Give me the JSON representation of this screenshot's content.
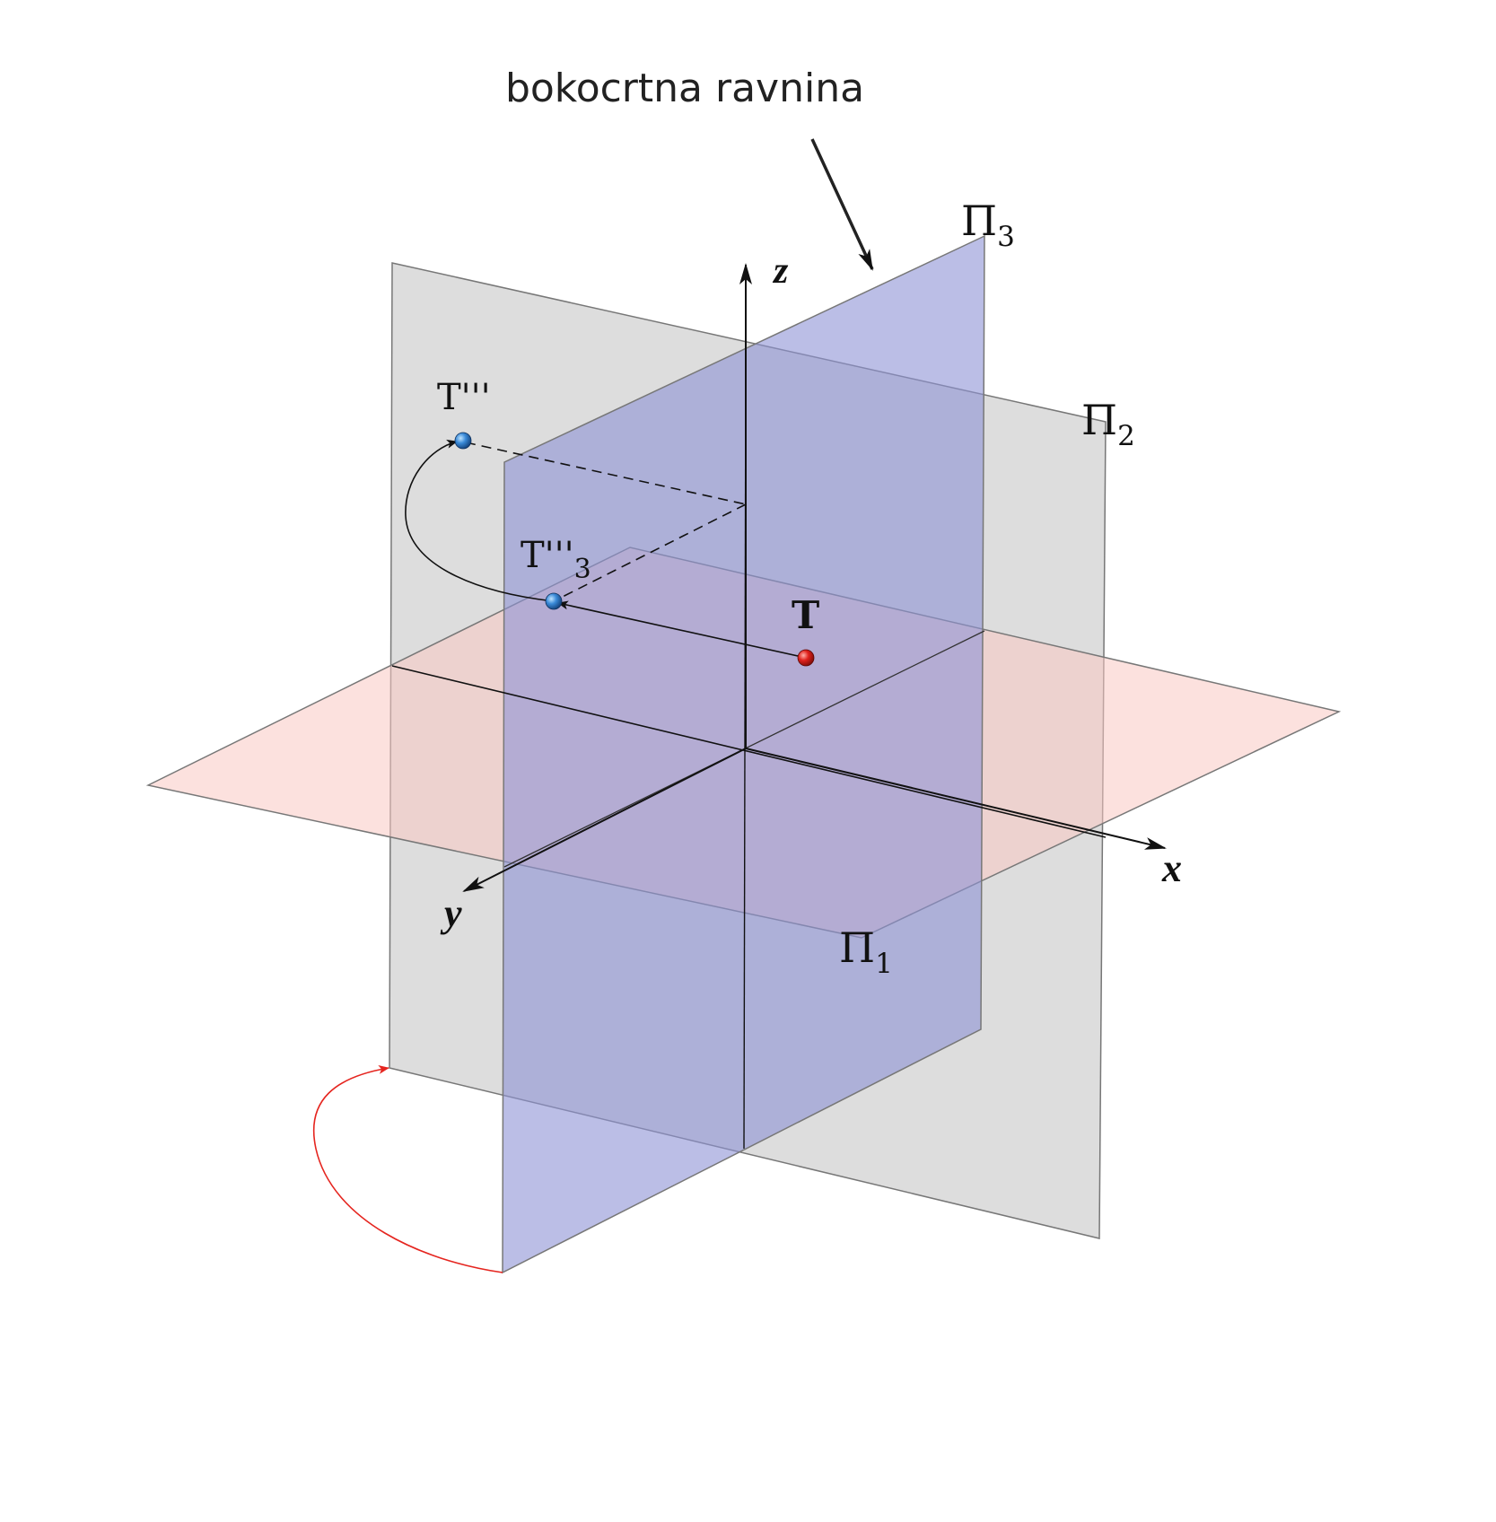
{
  "caption": "bokocrtna ravnina",
  "planes": {
    "pi1": {
      "symbol": "Π",
      "sub": "1",
      "fill": "#f9c8c3"
    },
    "pi2": {
      "symbol": "Π",
      "sub": "2",
      "fill": "#c8c8c8"
    },
    "pi3": {
      "symbol": "Π",
      "sub": "3",
      "fill": "#8e92d6"
    }
  },
  "axes": {
    "x": "x",
    "y": "y",
    "z": "z"
  },
  "points": {
    "T": {
      "label": "T",
      "color": "#e0211c"
    },
    "T3": {
      "label": "T'''",
      "sub": "3",
      "color": "#3a8ad8"
    },
    "T3prime": {
      "label": "T'''",
      "color": "#3a8ad8"
    }
  },
  "colors": {
    "rotation_arc": "#e5251f",
    "edge": "#777777",
    "axis": "#111111"
  }
}
